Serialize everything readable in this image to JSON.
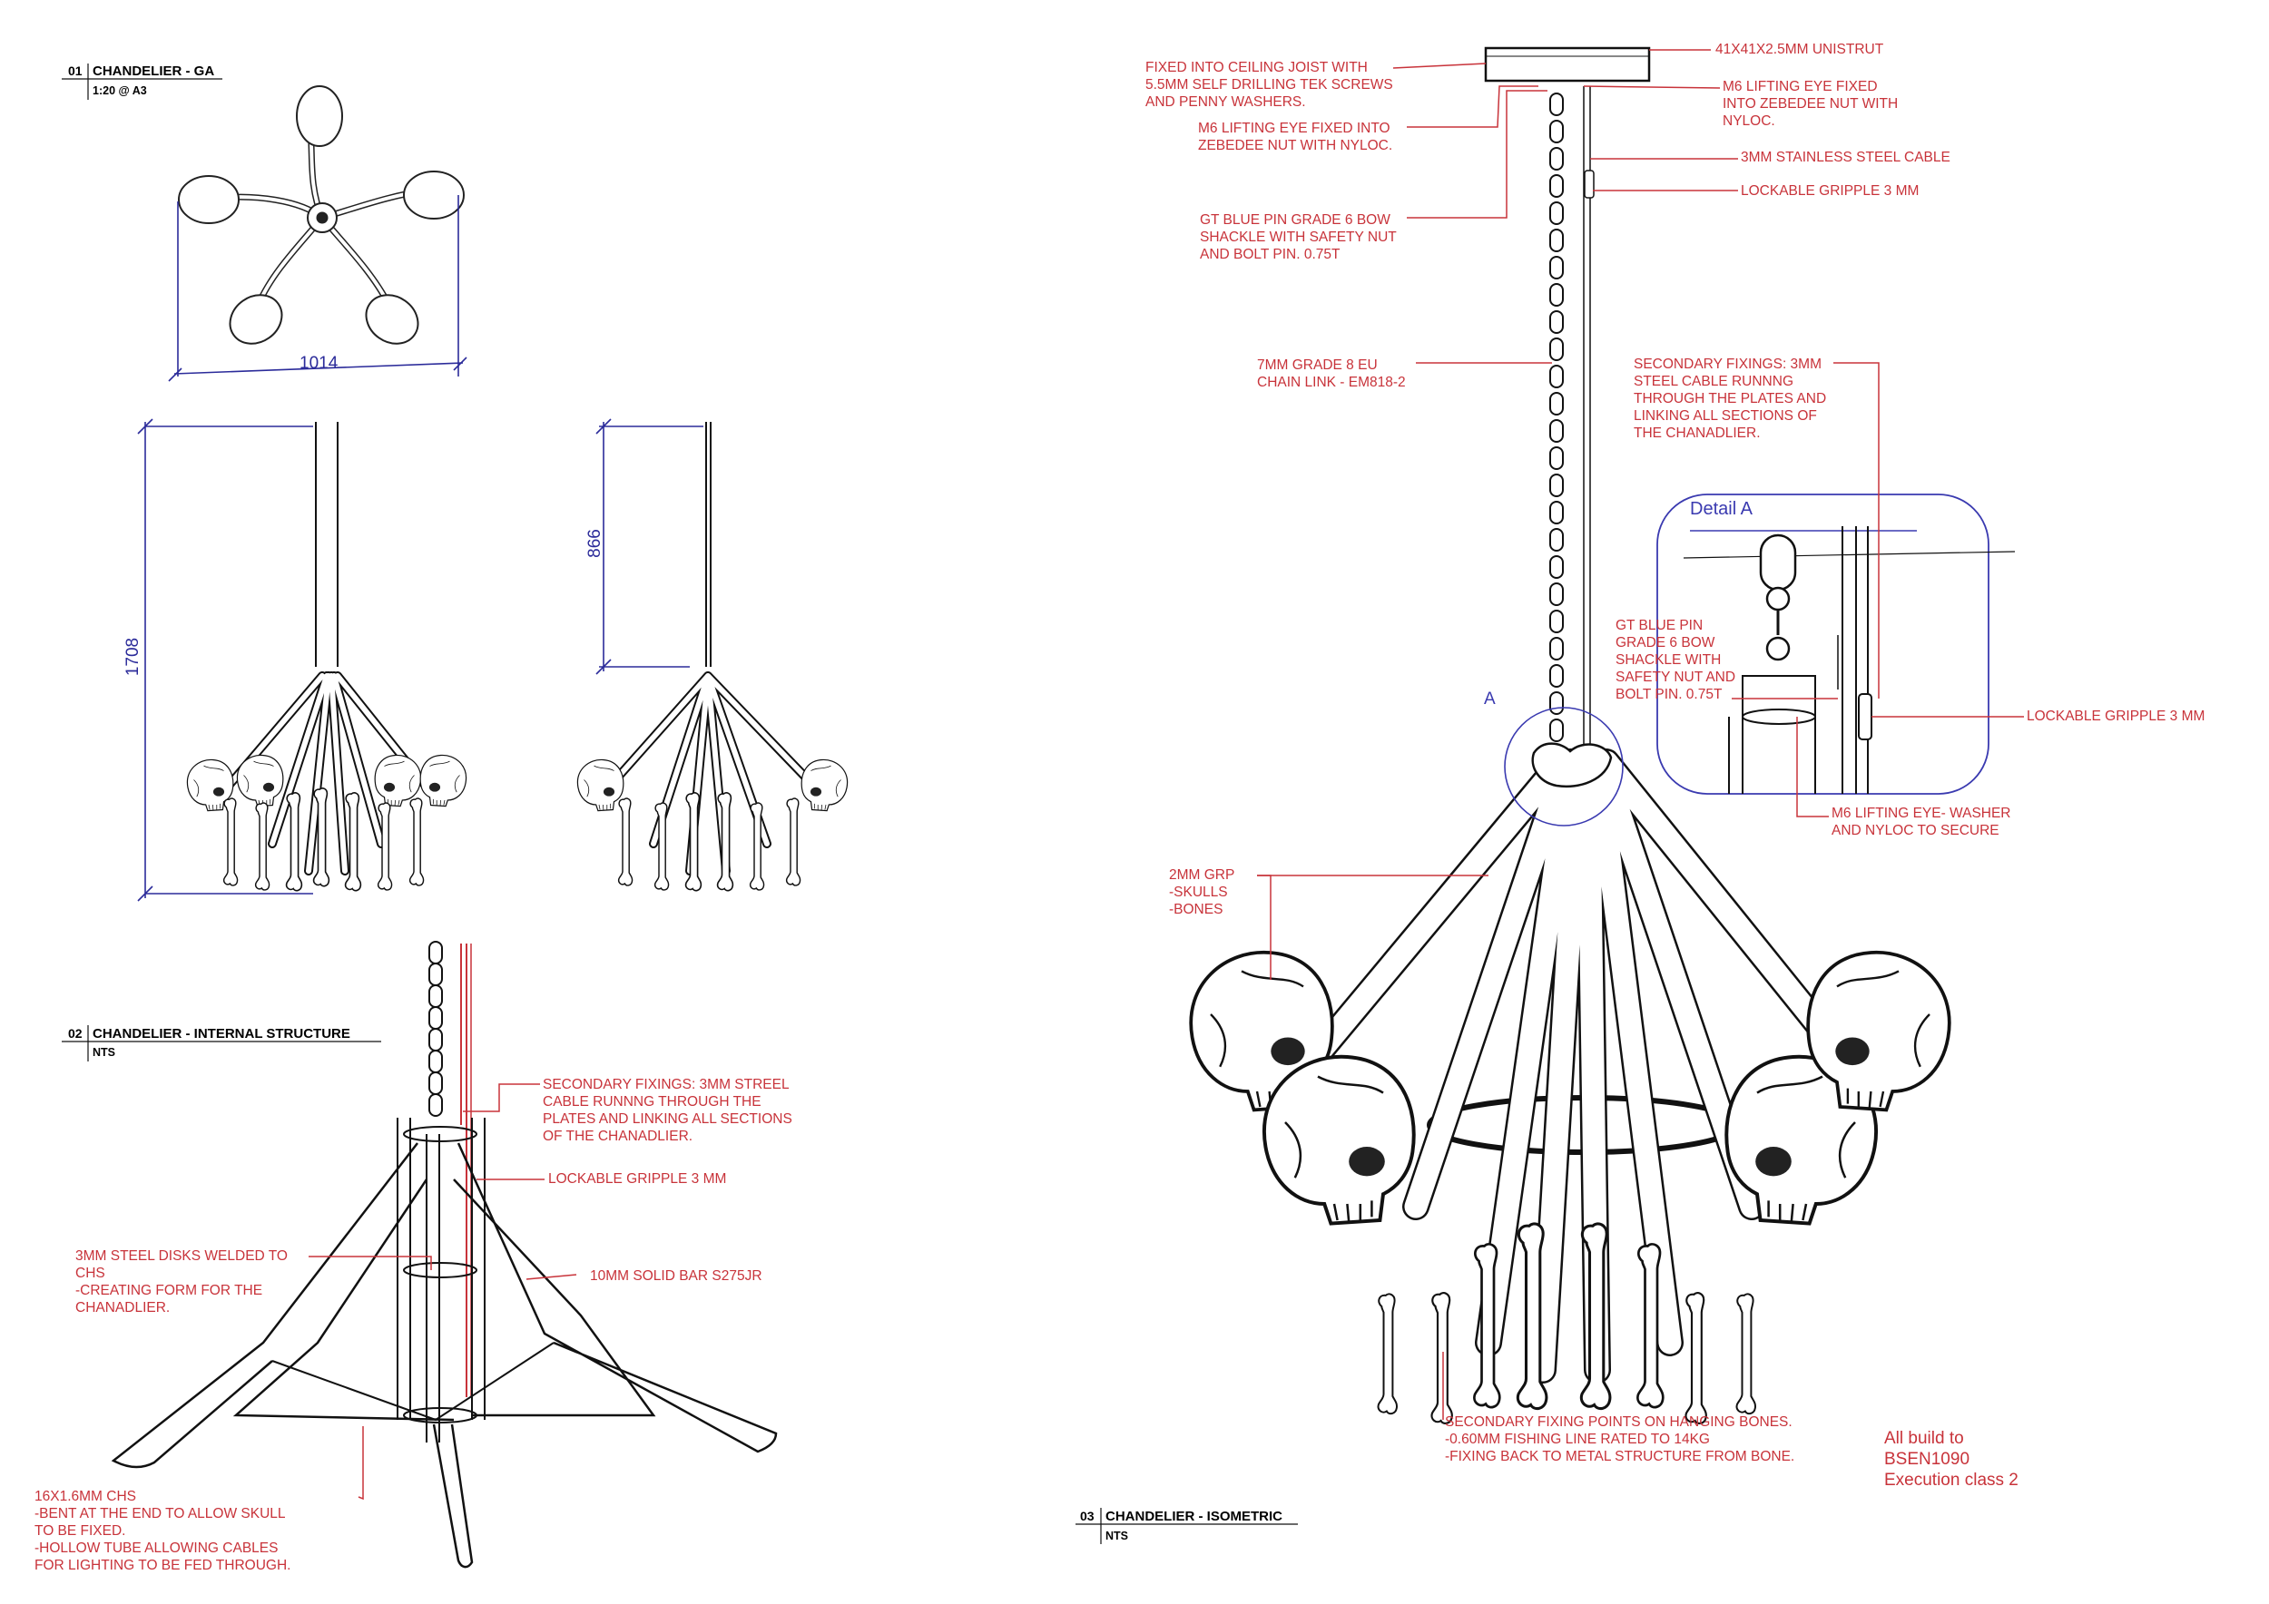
{
  "colors": {
    "annotation": "#c8333a",
    "dimension": "#2b2b9a",
    "ink": "#111111"
  },
  "views": {
    "ga": {
      "number": "01",
      "title": "CHANDELIER - GA",
      "scale": "1:20 @ A3"
    },
    "internal": {
      "number": "02",
      "title": "CHANDELIER - INTERNAL STRUCTURE",
      "scale": "NTS"
    },
    "isometric": {
      "number": "03",
      "title": "CHANDELIER - ISOMETRIC",
      "scale": "NTS"
    }
  },
  "dimensions": {
    "plan_width": "1014",
    "height_overall": "1708",
    "chain_drop": "866"
  },
  "internal_labels": {
    "secondary_fixings": "SECONDARY FIXINGS: 3MM STREEL\nCABLE RUNNNG THROUGH THE\nPLATES AND LINKING ALL SECTIONS\nOF THE CHANADLIER.",
    "gripple": "LOCKABLE GRIPPLE 3 MM",
    "steel_disks": "3MM STEEL DISKS WELDED TO\nCHS\n-CREATING FORM FOR THE\nCHANADLIER.",
    "solid_bar": "10MM SOLID BAR S275JR",
    "chs": "16X1.6MM CHS\n-BENT AT THE END TO ALLOW SKULL\nTO BE FIXED.\n-HOLLOW TUBE ALLOWING CABLES\nFOR LIGHTING TO BE FED THROUGH."
  },
  "iso_labels": {
    "ceiling_fix": "FIXED INTO CEILING JOIST WITH\n5.5MM SELF DRILLING TEK SCREWS\nAND PENNY WASHERS.",
    "lifting_eye_left": "M6 LIFTING EYE FIXED INTO\nZEBEDEE NUT WITH NYLOC.",
    "shackle": "GT BLUE PIN GRADE 6 BOW\nSHACKLE WITH SAFETY NUT\nAND BOLT PIN. 0.75T",
    "chain": "7MM GRADE 8 EU\nCHAIN LINK - EM818-2",
    "unistrut": "41X41X2.5MM UNISTRUT",
    "lifting_eye_right": "M6 LIFTING EYE FIXED\nINTO ZEBEDEE NUT WITH\nNYLOC.",
    "cable": "3MM STAINLESS STEEL CABLE",
    "gripple_top": "LOCKABLE GRIPPLE 3 MM",
    "secondary_fixings": "SECONDARY FIXINGS: 3MM\nSTEEL CABLE RUNNNG\nTHROUGH THE PLATES AND\nLINKING ALL SECTIONS OF\nTHE CHANADLIER.",
    "detail_title": "Detail A",
    "detail_marker": "A",
    "detail_shackle": "GT BLUE PIN\nGRADE 6 BOW\nSHACKLE WITH\nSAFETY NUT AND\nBOLT PIN. 0.75T",
    "detail_gripple": "LOCKABLE GRIPPLE 3 MM",
    "detail_eye": "M6 LIFTING EYE- WASHER\nAND NYLOC TO SECURE",
    "grp": "2MM GRP\n-SKULLS\n-BONES",
    "hanging_bones": "SECONDARY FIXING POINTS ON HANGING BONES.\n-0.60MM FISHING LINE RATED TO 14KG\n-FIXING BACK TO METAL STRUCTURE FROM BONE.",
    "build_note": "All build to\nBSEN1090\nExecution class 2"
  }
}
